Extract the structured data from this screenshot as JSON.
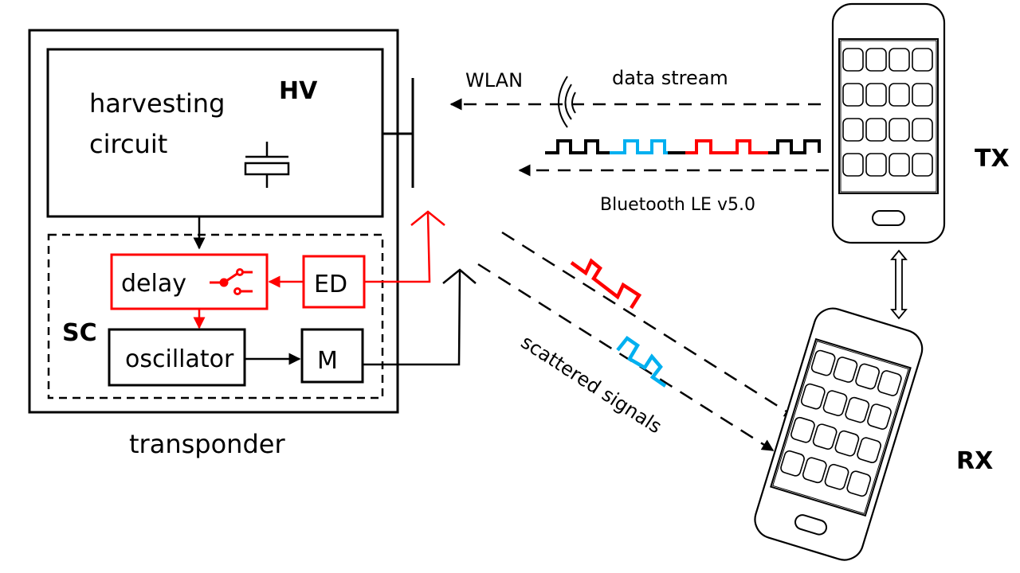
{
  "colors": {
    "line": "#000000",
    "accent_red": "#ff0000",
    "accent_blue": "#00b0f0",
    "background": "#ffffff"
  },
  "transponder": {
    "label": "transponder",
    "harvesting_block": {
      "label_line1": "harvesting",
      "label_line2": "circuit",
      "tag": "HV",
      "icon": "capacitor-icon"
    },
    "switch_controller": {
      "tag": "SC",
      "delay_block": {
        "label": "delay",
        "icon": "switch-icon"
      },
      "ed_block": {
        "label": "ED"
      },
      "oscillator_block": {
        "label": "oscillator"
      },
      "modulator_block": {
        "label": "M"
      }
    }
  },
  "links": {
    "wlan_label": "WLAN",
    "data_stream_label": "data stream",
    "bluetooth_label": "Bluetooth LE v5.0",
    "scattered_label": "scattered signals",
    "wifi_icon": "wireless-waves-icon",
    "bt_signal_colors": [
      "#000000",
      "#00b0f0",
      "#ff0000",
      "#000000"
    ]
  },
  "devices": {
    "tx": {
      "label": "TX",
      "icon": "smartphone-icon",
      "app_grid": [
        4,
        4
      ]
    },
    "rx": {
      "label": "RX",
      "icon": "smartphone-icon",
      "app_grid": [
        4,
        4
      ]
    },
    "link_icon": "double-arrow-icon"
  }
}
